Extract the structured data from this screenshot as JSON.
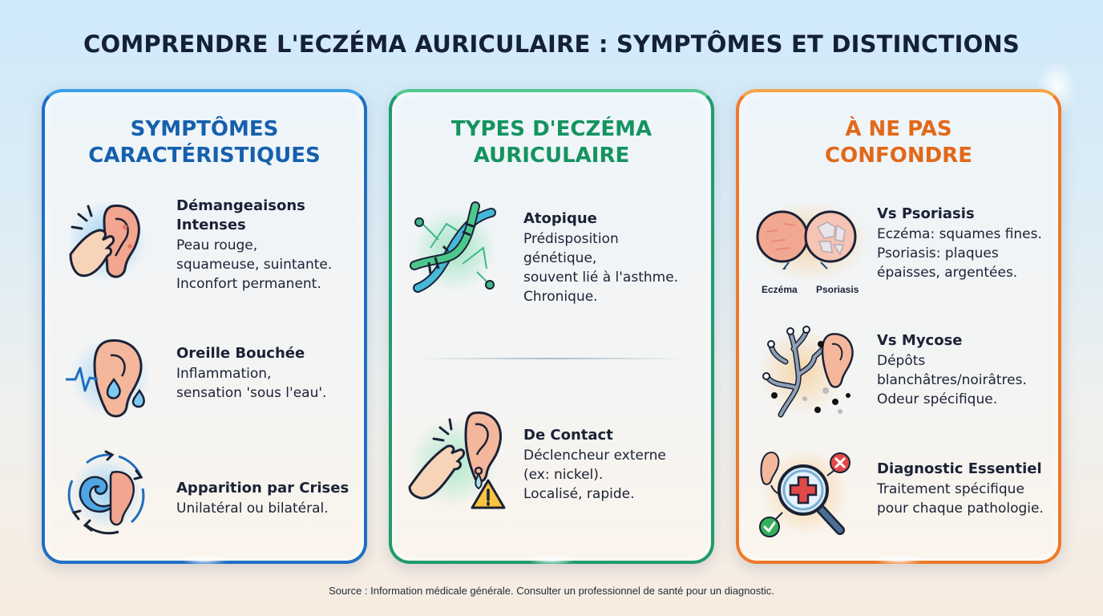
{
  "header": {
    "title": "COMPRENDRE L'ECZÉMA AURICULAIRE : SYMPTÔMES ET DISTINCTIONS"
  },
  "colors": {
    "blue": "#1f6fc4",
    "green": "#1f9b6e",
    "orange": "#ef7a2a",
    "title_text": "#142038"
  },
  "cards": [
    {
      "title": "SYMPTÔMES\nCARACTÉRISTIQUES",
      "items": [
        {
          "icon": "ear-scratch-icon",
          "title": "Démangeaisons\nIntenses",
          "desc": "Peau rouge,\nsquameuse, suintante.\nInconfort permanent."
        },
        {
          "icon": "ear-water-drops-icon",
          "title": "Oreille Bouchée",
          "desc": "Inflammation,\nsensation 'sous l'eau'."
        },
        {
          "icon": "ear-wave-cycle-icon",
          "title": "Apparition par Crises",
          "desc": "Unilatéral ou bilatéral."
        }
      ]
    },
    {
      "title": "TYPES D'ECZÉMA\nAURICULAIRE",
      "items": [
        {
          "icon": "dna-icon",
          "title": "Atopique",
          "desc": "Prédisposition\ngénétique,\nsouvent lié à l'asthme.\nChronique."
        },
        {
          "icon": "ear-earring-warning-icon",
          "title": "De Contact",
          "desc": "Déclencheur externe\n(ex: nickel).\nLocalisé, rapide."
        }
      ]
    },
    {
      "title": "À NE PAS\nCONFONDRE",
      "items": [
        {
          "icon": "skin-comparison-icon",
          "title": "Vs Psoriasis",
          "desc": "Eczéma: squames fines.\nPsoriasis: plaques\népaisses, argentées.",
          "icon_labels": [
            "Eczéma",
            "Psoriasis"
          ]
        },
        {
          "icon": "fungus-ear-icon",
          "title": "Vs Mycose",
          "desc": "Dépôts\nblanchâtres/noirâtres.\nOdeur spécifique."
        },
        {
          "icon": "magnifier-diagnosis-icon",
          "title": "Diagnostic Essentiel",
          "desc": "Traitement spécifique\npour chaque pathologie."
        }
      ]
    }
  ],
  "footer": {
    "source": "Source : Information médicale générale. Consulter un professionnel de santé pour un diagnostic."
  }
}
